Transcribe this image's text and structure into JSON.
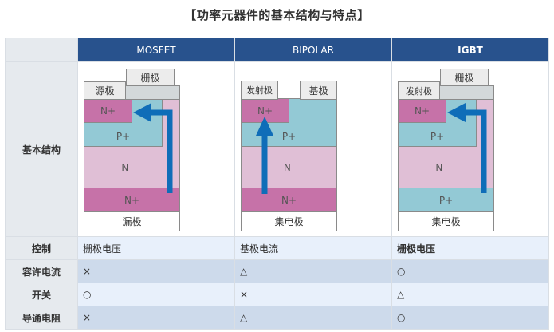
{
  "title": "【功率元器件的基本结构与特点】",
  "table": {
    "columns": [
      "MOSFET",
      "BIPOLAR",
      "IGBT"
    ],
    "structure_label": "基本结构",
    "diagrams": {
      "mosfet": {
        "terminal_top_left": "源极",
        "terminal_top_right": "栅极",
        "layer_n_plus_top": "N+",
        "layer_p_plus": "P+",
        "layer_n_minus": "N-",
        "layer_bottom": "N+",
        "terminal_bottom": "漏极"
      },
      "bipolar": {
        "terminal_top_left": "发射极",
        "terminal_top_right": "基极",
        "layer_n_plus_top": "N+",
        "layer_p_plus": "P+",
        "layer_n_minus": "N-",
        "layer_bottom": "N+",
        "terminal_bottom": "集电极"
      },
      "igbt": {
        "terminal_top_left": "发射极",
        "terminal_top_right": "栅极",
        "layer_n_plus_top": "N+",
        "layer_p_plus": "P+",
        "layer_n_minus": "N-",
        "layer_bottom": "P+",
        "terminal_bottom": "集电极"
      }
    },
    "rows": [
      {
        "label": "控制",
        "values": [
          "栅极电压",
          "基极电流",
          "栅极电压"
        ]
      },
      {
        "label": "容许电流",
        "values": [
          "×",
          "△",
          "○"
        ]
      },
      {
        "label": "开关",
        "values": [
          "○",
          "×",
          "△"
        ]
      },
      {
        "label": "导通电阻",
        "values": [
          "×",
          "△",
          "○"
        ]
      }
    ]
  },
  "colors": {
    "header_bg": "#28528d",
    "arrow": "#0f6db8",
    "n_plus": "#c672a8",
    "p_plus": "#93c9d5",
    "n_minus": "#e0bfd6"
  }
}
